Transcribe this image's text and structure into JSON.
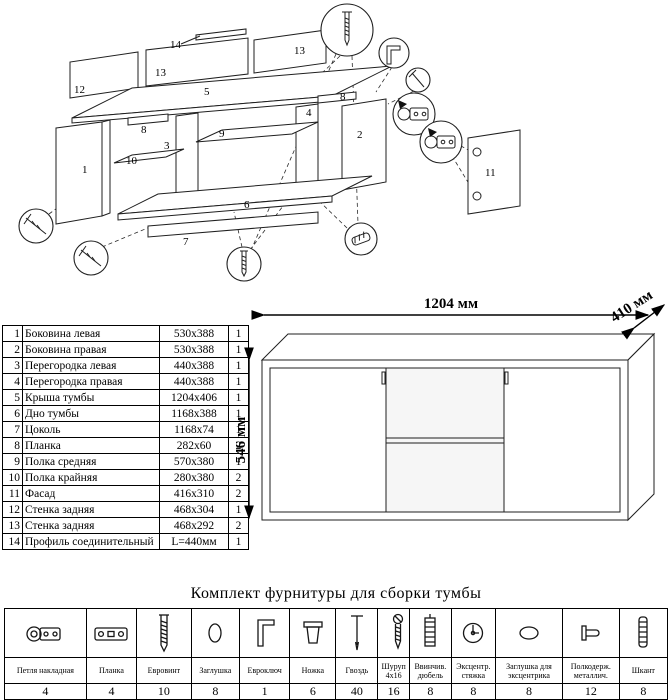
{
  "diagram": {
    "labels": [
      "14",
      "12",
      "13",
      "5",
      "13",
      "8",
      "8",
      "3",
      "9",
      "10",
      "1",
      "2",
      "4",
      "6",
      "7",
      "11"
    ]
  },
  "parts_table": {
    "rows": [
      {
        "num": "1",
        "name": "Боковина левая",
        "size": "530x388",
        "qty": "1"
      },
      {
        "num": "2",
        "name": "Боковина правая",
        "size": "530x388",
        "qty": "1"
      },
      {
        "num": "3",
        "name": "Перегородка левая",
        "size": "440x388",
        "qty": "1"
      },
      {
        "num": "4",
        "name": "Перегородка правая",
        "size": "440x388",
        "qty": "1"
      },
      {
        "num": "5",
        "name": "Крыша тумбы",
        "size": "1204x406",
        "qty": "1"
      },
      {
        "num": "6",
        "name": "Дно тумбы",
        "size": "1168x388",
        "qty": "1"
      },
      {
        "num": "7",
        "name": "Цоколь",
        "size": "1168x74",
        "qty": "1"
      },
      {
        "num": "8",
        "name": "Планка",
        "size": "282x60",
        "qty": "2"
      },
      {
        "num": "9",
        "name": "Полка средняя",
        "size": "570x380",
        "qty": "1"
      },
      {
        "num": "10",
        "name": "Полка крайняя",
        "size": "280x380",
        "qty": "2"
      },
      {
        "num": "11",
        "name": "Фасад",
        "size": "416x310",
        "qty": "2"
      },
      {
        "num": "12",
        "name": "Стенка задняя",
        "size": "468x304",
        "qty": "1"
      },
      {
        "num": "13",
        "name": "Стенка задняя",
        "size": "468x292",
        "qty": "2"
      },
      {
        "num": "14",
        "name": "Профиль соединительный",
        "size": "L=440мм",
        "qty": "1"
      }
    ]
  },
  "drawing": {
    "width_label": "1204 мм",
    "depth_label": "410 мм",
    "height_label": "546 мм"
  },
  "hardware": {
    "title": "Комплект фурнитуры для сборки тумбы",
    "items": [
      {
        "name": "Петля накладная",
        "qty": "4",
        "icon": "hinge-icon"
      },
      {
        "name": "Планка",
        "qty": "4",
        "icon": "mounting-plate-icon"
      },
      {
        "name": "Евровинт",
        "qty": "10",
        "icon": "confirmat-screw-icon"
      },
      {
        "name": "Заглушка",
        "qty": "8",
        "icon": "cap-icon"
      },
      {
        "name": "Евроключ",
        "qty": "1",
        "icon": "hex-key-icon"
      },
      {
        "name": "Ножка",
        "qty": "6",
        "icon": "leg-icon"
      },
      {
        "name": "Гвоздь",
        "qty": "40",
        "icon": "nail-icon"
      },
      {
        "name": "Шуруп 4х16",
        "qty": "16",
        "icon": "screw-icon"
      },
      {
        "name": "Ввинчив. дюбель",
        "qty": "8",
        "icon": "screw-in-dowel-icon"
      },
      {
        "name": "Эксцентр. стяжка",
        "qty": "8",
        "icon": "cam-lock-icon"
      },
      {
        "name": "Заглушка для эксцентрика",
        "qty": "8",
        "icon": "cam-cap-icon"
      },
      {
        "name": "Полкодерж. металлич.",
        "qty": "12",
        "icon": "shelf-pin-icon"
      },
      {
        "name": "Шкант",
        "qty": "8",
        "icon": "wood-dowel-icon"
      }
    ]
  }
}
